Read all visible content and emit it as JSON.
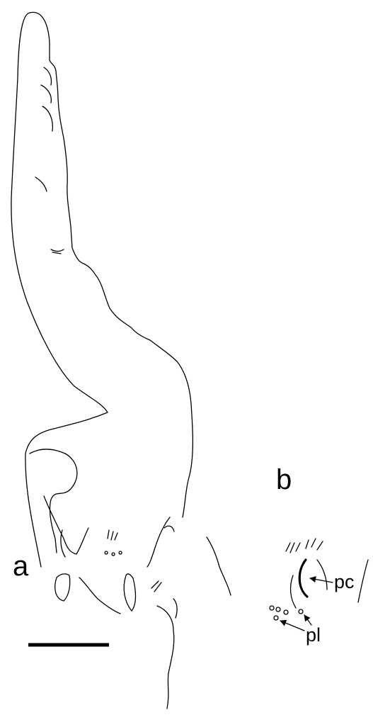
{
  "panels": {
    "a": {
      "label": "a"
    },
    "b": {
      "label": "b"
    }
  },
  "annotations": {
    "pc": "pc",
    "pl": "pl"
  },
  "colors": {
    "ink": "#000000",
    "background": "#ffffff"
  }
}
